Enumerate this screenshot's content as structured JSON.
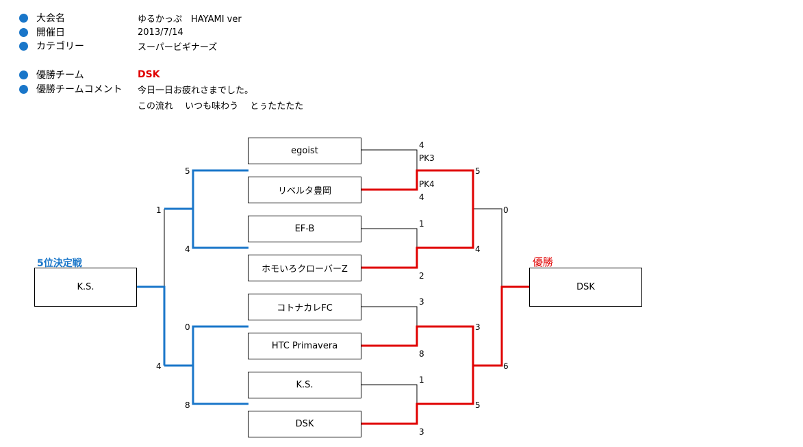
{
  "info": {
    "rows": [
      {
        "label": "大会名",
        "value": "ゆるかっぷ　HAYAMI ver"
      },
      {
        "label": "開催日",
        "value": "2013/7/14"
      },
      {
        "label": "カテゴリー",
        "value": "スーパービギナーズ"
      },
      {
        "label": "優勝チーム",
        "value": "DSK"
      },
      {
        "label": "優勝チームコメント",
        "value": "今日一日お疲れさまでした。"
      }
    ],
    "comment_line2": "この流れ　 いつも味わう　 とぅたたたた"
  },
  "colors": {
    "accent_blue": "#1976c9",
    "winner_red": "#e00000",
    "line": "#000000"
  },
  "bracket": {
    "teams": [
      "egoist",
      "リベルタ豊岡",
      "EF-B",
      "ホモいろクローバーZ",
      "コトナカレFC",
      "HTC Primavera",
      "K.S.",
      "DSK"
    ],
    "scores": {
      "r1_m1_top": "4",
      "r1_m1_top_pk": "PK3",
      "r1_m1_bottom_pk": "PK4",
      "r1_m1_bottom": "4",
      "r1_m2_top": "1",
      "r1_m2_bottom": "2",
      "r1_m3_top": "3",
      "r1_m3_bottom": "8",
      "r1_m4_top": "1",
      "r1_m4_bottom": "3",
      "sf1_top": "5",
      "sf1_bottom": "4",
      "sf2_top": "3",
      "sf2_bottom": "5",
      "final_top": "0",
      "final_bottom": "6",
      "cons1_top": "5",
      "cons1_bottom": "4",
      "cons2_top": "0",
      "cons2_bottom": "8",
      "cons_final_top": "1",
      "cons_final_bottom": "4"
    },
    "fifth_place_title": "5位決定戦",
    "fifth_place_winner": "K.S.",
    "champion_title": "優勝",
    "champion": "DSK"
  }
}
